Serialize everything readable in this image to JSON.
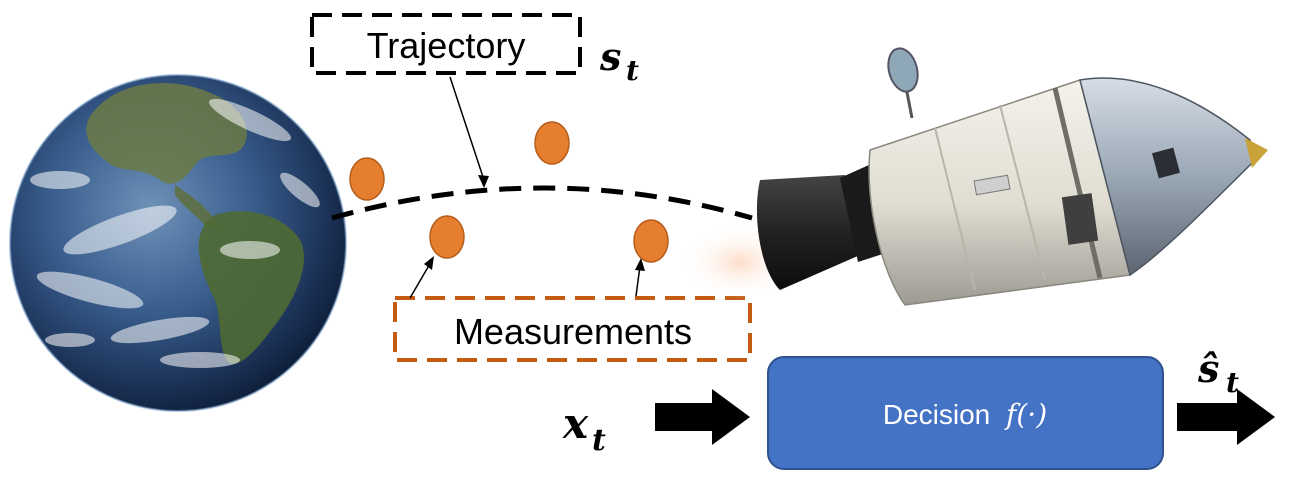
{
  "labels": {
    "trajectory": "Trajectory",
    "measurements": "Measurements",
    "state": "s",
    "state_sub": "t",
    "estimate": "ŝ",
    "estimate_sub": "t",
    "input": "x",
    "input_sub": "t",
    "decision_word": "Decision",
    "decision_func": "f(·)"
  },
  "colors": {
    "measurement_fill": "#e67e30",
    "measurement_stroke": "#b65d1b",
    "measurements_box": "#c55a11",
    "decision_box": "#4472c4",
    "decision_box_stroke": "#2f528f",
    "trajectory": "#000000"
  },
  "icons": {
    "earth": "earth-globe-image",
    "spacecraft": "space-capsule-image"
  }
}
